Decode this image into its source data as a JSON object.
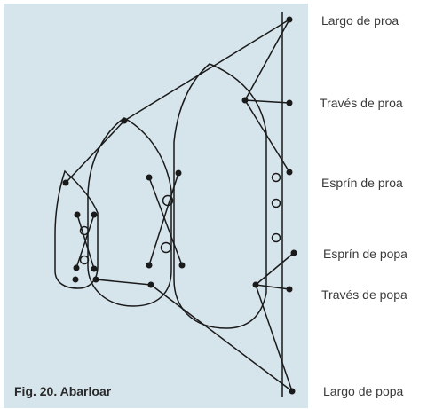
{
  "caption": "Fig. 20. Abarloar",
  "labels": {
    "largo_proa": "Largo de proa",
    "traves_proa": "Través de proa",
    "espring_proa": "Esprín de proa",
    "espring_popa": "Esprín de popa",
    "traves_popa": "Través de popa",
    "largo_popa": "Largo de popa"
  },
  "colors": {
    "panel": "#d6e4ec",
    "line": "#1a1a1a",
    "text": "#3a3a3a"
  }
}
